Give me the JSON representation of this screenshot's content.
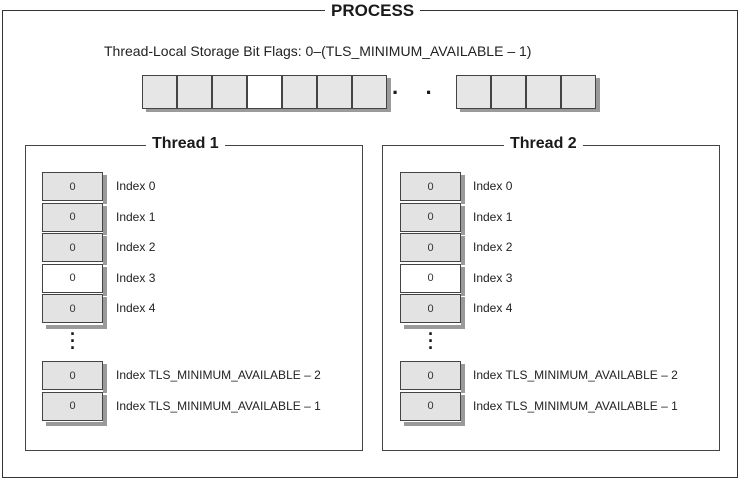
{
  "process": {
    "title": "PROCESS",
    "bitflags_label": "Thread-Local Storage Bit Flags: 0–(TLS_MINIMUM_AVAILABLE – 1)",
    "bit_states_left": [
      "0",
      "0",
      "0",
      "1",
      "0",
      "0",
      "0"
    ],
    "bit_states_right": [
      "0",
      "0",
      "0",
      "0"
    ],
    "ellipsis": "· · ·"
  },
  "threads": [
    {
      "title": "Thread 1",
      "slots": [
        {
          "value": "0",
          "label": "Index 0",
          "set": false
        },
        {
          "value": "0",
          "label": "Index 1",
          "set": false
        },
        {
          "value": "0",
          "label": "Index 2",
          "set": false
        },
        {
          "value": "0",
          "label": "Index 3",
          "set": true
        },
        {
          "value": "0",
          "label": "Index 4",
          "set": false
        }
      ],
      "tail_slots": [
        {
          "value": "0",
          "label": "Index TLS_MINIMUM_AVAILABLE – 2"
        },
        {
          "value": "0",
          "label": "Index TLS_MINIMUM_AVAILABLE – 1"
        }
      ]
    },
    {
      "title": "Thread 2",
      "slots": [
        {
          "value": "0",
          "label": "Index 0",
          "set": false
        },
        {
          "value": "0",
          "label": "Index 1",
          "set": false
        },
        {
          "value": "0",
          "label": "Index 2",
          "set": false
        },
        {
          "value": "0",
          "label": "Index 3",
          "set": true
        },
        {
          "value": "0",
          "label": "Index 4",
          "set": false
        }
      ],
      "tail_slots": [
        {
          "value": "0",
          "label": "Index TLS_MINIMUM_AVAILABLE – 2"
        },
        {
          "value": "0",
          "label": "Index TLS_MINIMUM_AVAILABLE – 1"
        }
      ]
    }
  ]
}
